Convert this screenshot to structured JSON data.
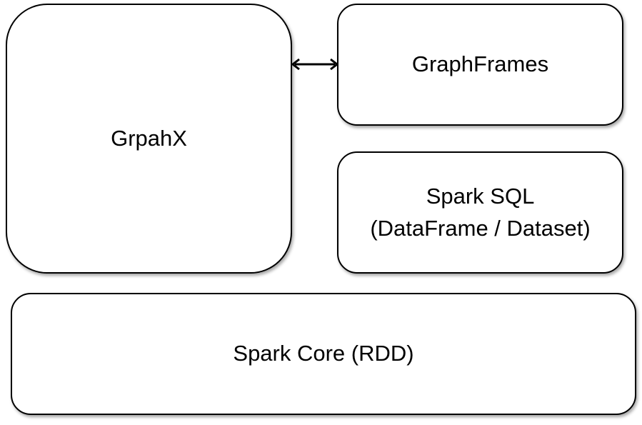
{
  "diagram": {
    "graphx_label": "GrpahX",
    "graphframes_label": "GraphFrames",
    "sparksql_label_line1": "Spark SQL",
    "sparksql_label_line2": "(DataFrame / Dataset)",
    "sparkcore_label": "Spark Core (RDD)",
    "colors": {
      "stroke": "#000000",
      "fill": "#ffffff"
    }
  }
}
